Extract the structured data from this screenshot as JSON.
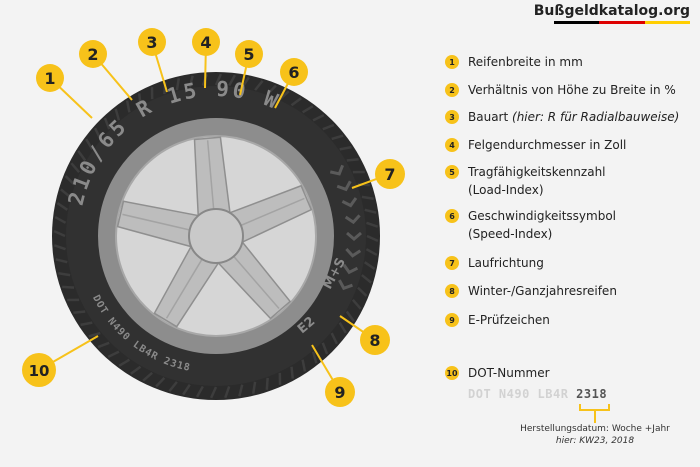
{
  "brand": {
    "name": "Bußgeldkatalog.org",
    "flag_colors": [
      "#000000",
      "#dd0000",
      "#ffce00"
    ]
  },
  "tire": {
    "sidewall_size_text": "210/65 R 15 90 W",
    "size_parts": [
      "210/65",
      "R",
      "15",
      "90",
      "W"
    ],
    "winter_mark": "M+S",
    "approval_mark": "E2",
    "dot_sidewall_text": "DOT N490 LB4R 2318"
  },
  "markers": [
    {
      "number": "1"
    },
    {
      "number": "2"
    },
    {
      "number": "3"
    },
    {
      "number": "4"
    },
    {
      "number": "5"
    },
    {
      "number": "6"
    },
    {
      "number": "7"
    },
    {
      "number": "8"
    },
    {
      "number": "9"
    },
    {
      "number": "10"
    }
  ],
  "legend": [
    {
      "number": "1",
      "text": "Reifenbreite in mm"
    },
    {
      "number": "2",
      "text": "Verhältnis von Höhe zu Breite in %"
    },
    {
      "number": "3",
      "text": "Bauart",
      "note": "(hier: R für Radialbauweise)"
    },
    {
      "number": "4",
      "text": "Felgendurchmesser in Zoll"
    },
    {
      "number": "5",
      "text": "Tragfähigkeitskennzahl",
      "line2": "(Load-Index)"
    },
    {
      "number": "6",
      "text": "Geschwindigkeitssymbol",
      "line2": "(Speed-Index)"
    },
    {
      "number": "7",
      "text": "Laufrichtung"
    },
    {
      "number": "8",
      "text": "Winter-/Ganzjahresreifen"
    },
    {
      "number": "9",
      "text": "E-Prüfzeichen"
    },
    {
      "number": "10",
      "text": "DOT-Nummer"
    }
  ],
  "dot_number": {
    "prefix": "DOT N490 LB4R",
    "date_code": "2318",
    "explanation": "Herstellungsdatum: Woche +Jahr",
    "example": "hier:  KW23, 2018"
  },
  "colors": {
    "accent": "#f7c21a",
    "tire": "#2d2d2d",
    "sidewall_text": "#8a8a8a",
    "rim": "#8d8d8d",
    "spokes": "#c4c4c4",
    "background": "#f3f3f3"
  }
}
